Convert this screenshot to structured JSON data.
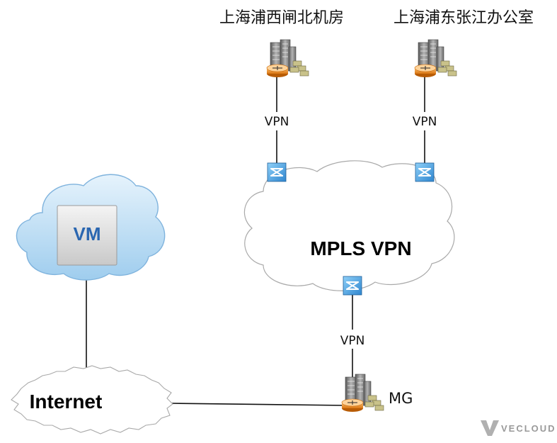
{
  "sites": {
    "site_a": "上海浦西闸北机房",
    "site_b": "上海浦东张江办公室"
  },
  "links": {
    "vpn_a": "VPN",
    "vpn_b": "VPN",
    "vpn_mg": "VPN"
  },
  "clouds": {
    "mpls": "MPLS VPN",
    "internet": "Internet",
    "vm_cloud": "VM"
  },
  "nodes": {
    "mg": "MG"
  },
  "brand": {
    "name": "VECLOUD"
  },
  "colors": {
    "line": "#111111",
    "switch_blue": "#3a8fd6",
    "router_orange": "#e98b2a",
    "vm_text": "#2a66b0",
    "brand_gray": "#9a9a9a"
  }
}
